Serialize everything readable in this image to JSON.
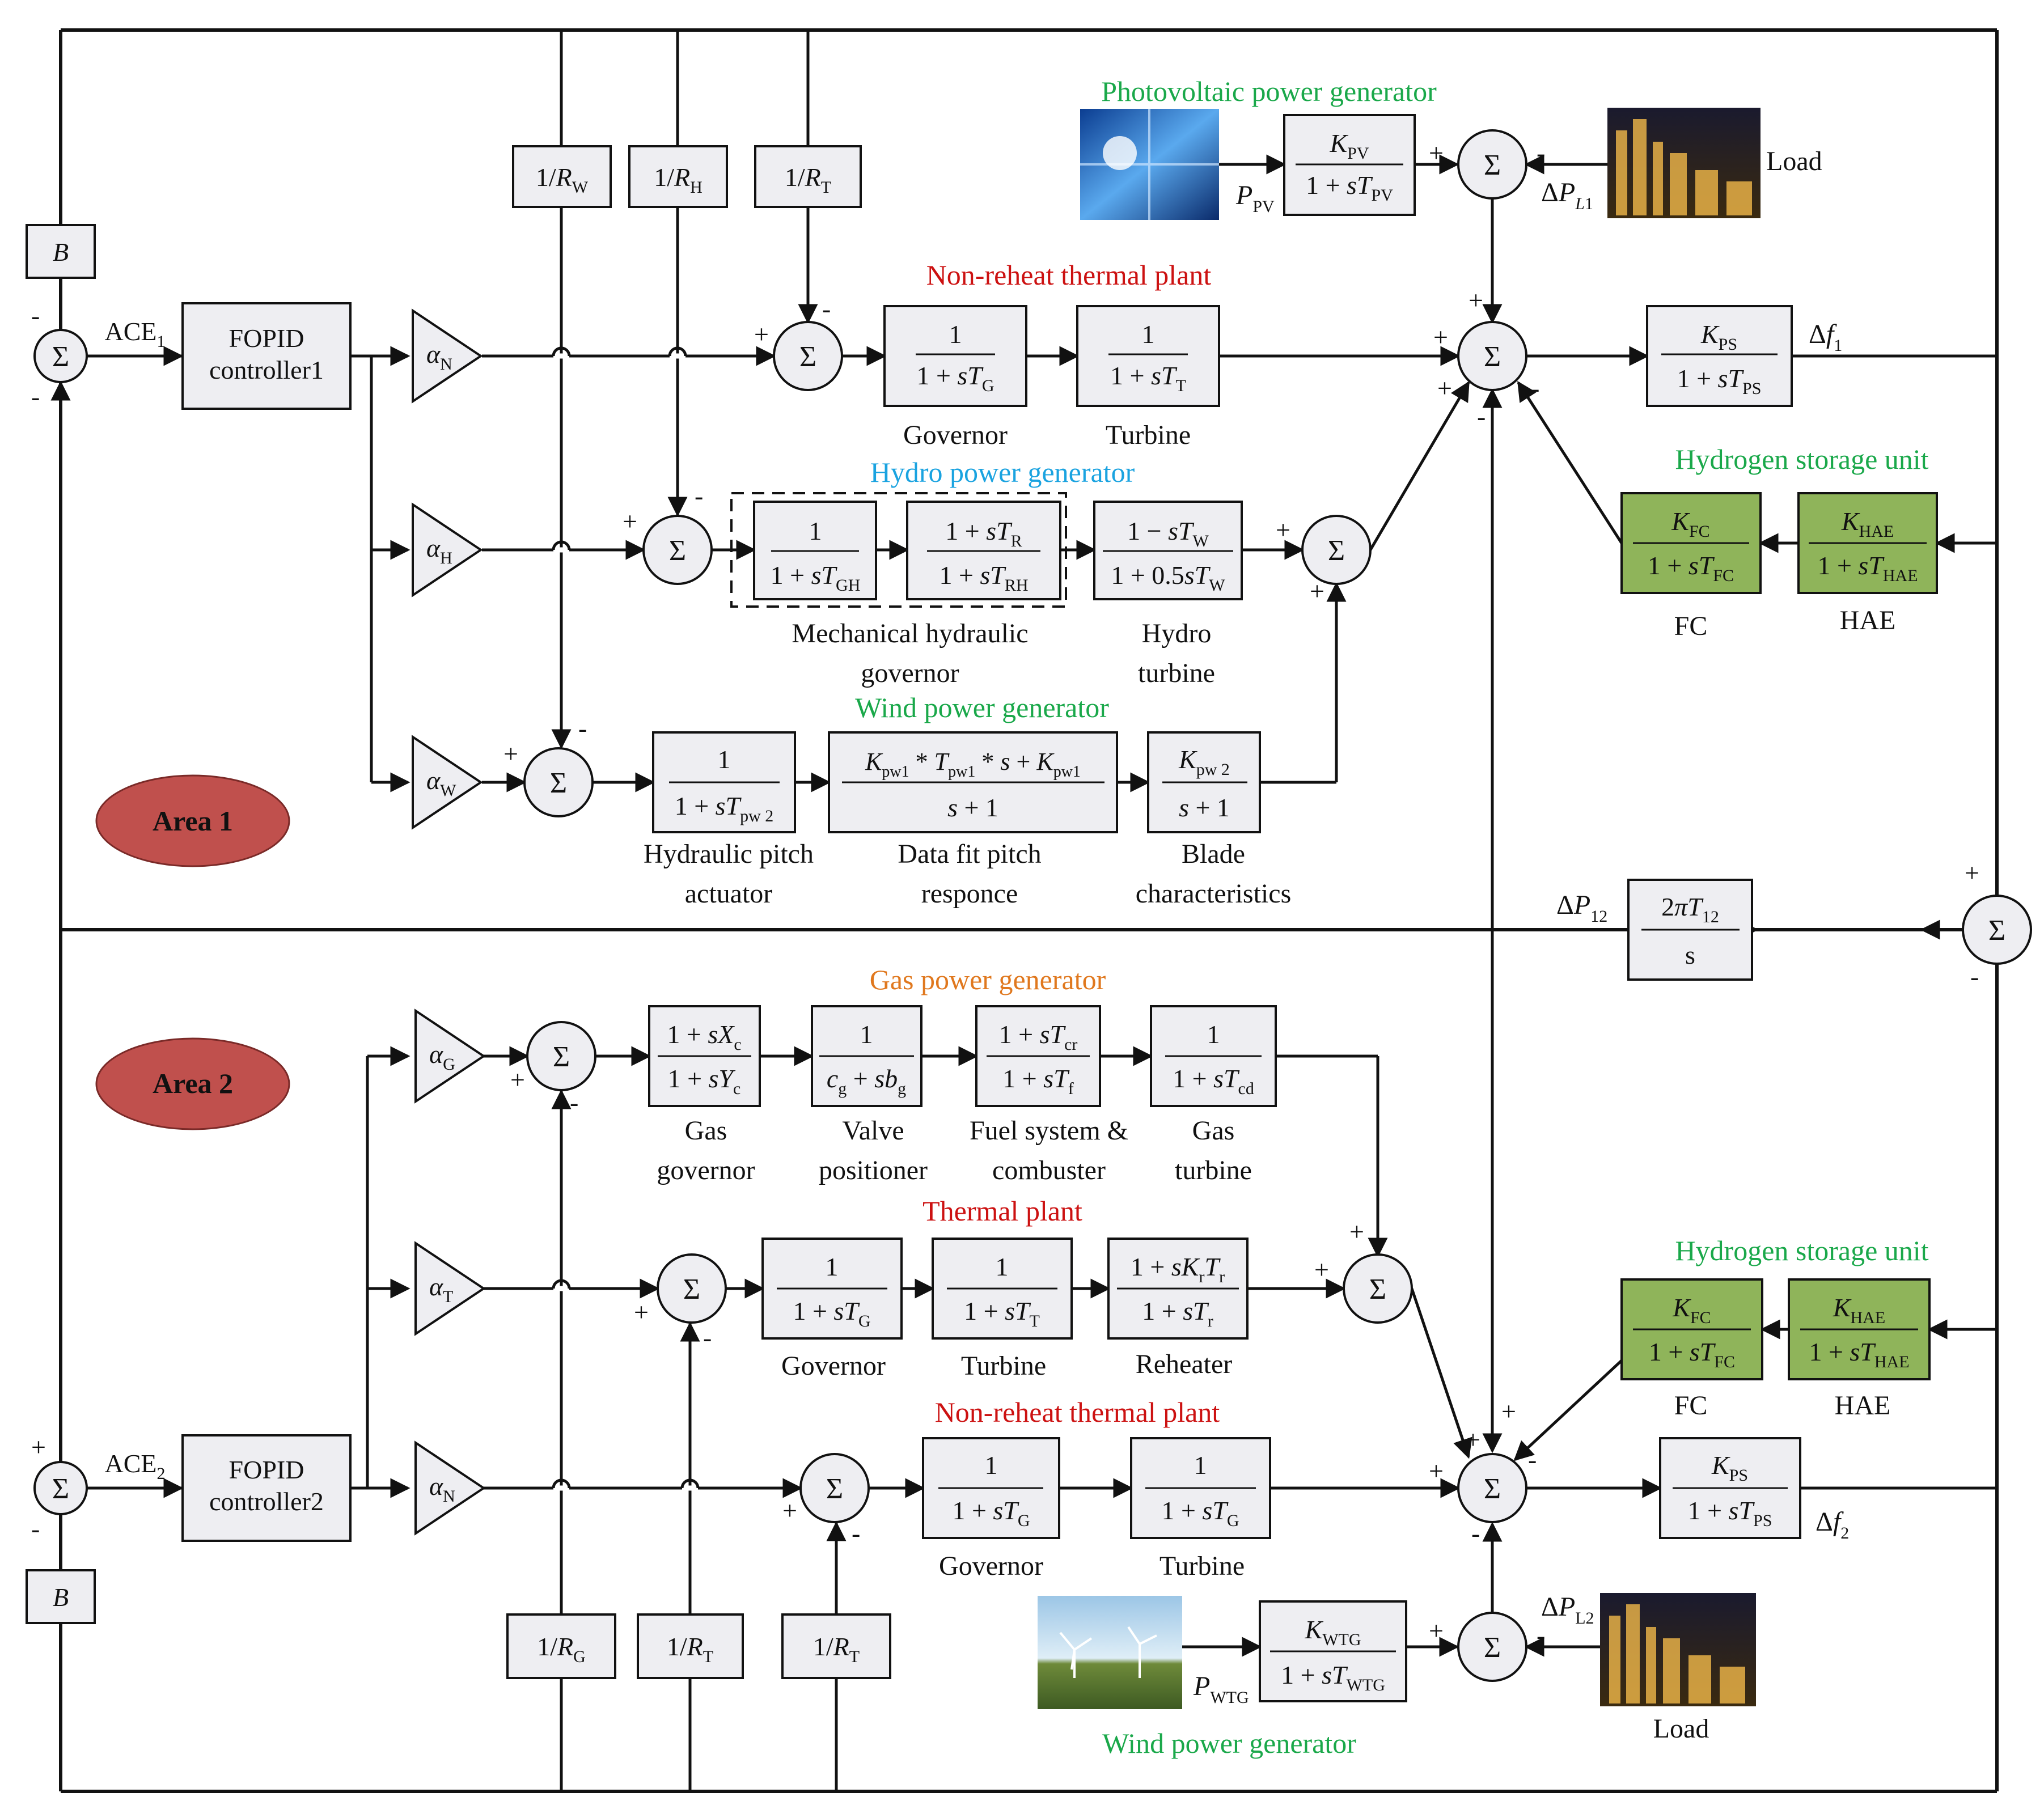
{
  "labels": {
    "pv_title": "Photovoltaic power generator",
    "nonreheat_title_1": "Non-reheat thermal plant",
    "hydro_title": "Hydro power generator",
    "wind_title_1": "Wind power generator",
    "hydrogen_title_1": "Hydrogen storage unit",
    "hydrogen_title_2": "Hydrogen storage unit",
    "gas_title": "Gas power generator",
    "thermal_title": "Thermal plant",
    "nonreheat_title_2": "Non-reheat thermal plant",
    "wind_title_2": "Wind power generator",
    "area1": "Area 1",
    "area2": "Area 2",
    "load1": "Load",
    "load2": "Load",
    "governor_1": "Governor",
    "turbine_1": "Turbine",
    "mech_gov_1": "Mechanical hydraulic",
    "mech_gov_2": "governor",
    "hydro_turbine_1": "Hydro",
    "hydro_turbine_2": "turbine",
    "hyd_pitch_1": "Hydraulic pitch",
    "hyd_pitch_2": "actuator",
    "data_fit_1": "Data fit pitch",
    "data_fit_2": "responce",
    "blade_1": "Blade",
    "blade_2": "characteristics",
    "fc_1": "FC",
    "hae_1": "HAE",
    "fc_2": "FC",
    "hae_2": "HAE",
    "gas_gov_1": "Gas",
    "gas_gov_2": "governor",
    "valve_1": "Valve",
    "valve_2": "positioner",
    "fuel_1": "Fuel system &",
    "fuel_2": "combuster",
    "gas_turb_1": "Gas",
    "gas_turb_2": "turbine",
    "governor_2": "Governor",
    "turbine_2": "Turbine",
    "reheater": "Reheater",
    "governor_3": "Governor",
    "turbine_3": "Turbine",
    "fopid1_1": "FOPID",
    "fopid1_2": "controller1",
    "fopid2_1": "FOPID",
    "fopid2_2": "controller2",
    "ace1": "ACE",
    "ace2": "ACE",
    "sigma": "Σ",
    "b": "B"
  },
  "colors": {
    "green": "#1aa84a",
    "red": "#cc1111",
    "blue": "#1aa3e0",
    "orange": "#e0781e",
    "block_fill": "#eeeef2",
    "hydrogen_fill": "#8fb45a",
    "area_fill": "#c0504d"
  }
}
